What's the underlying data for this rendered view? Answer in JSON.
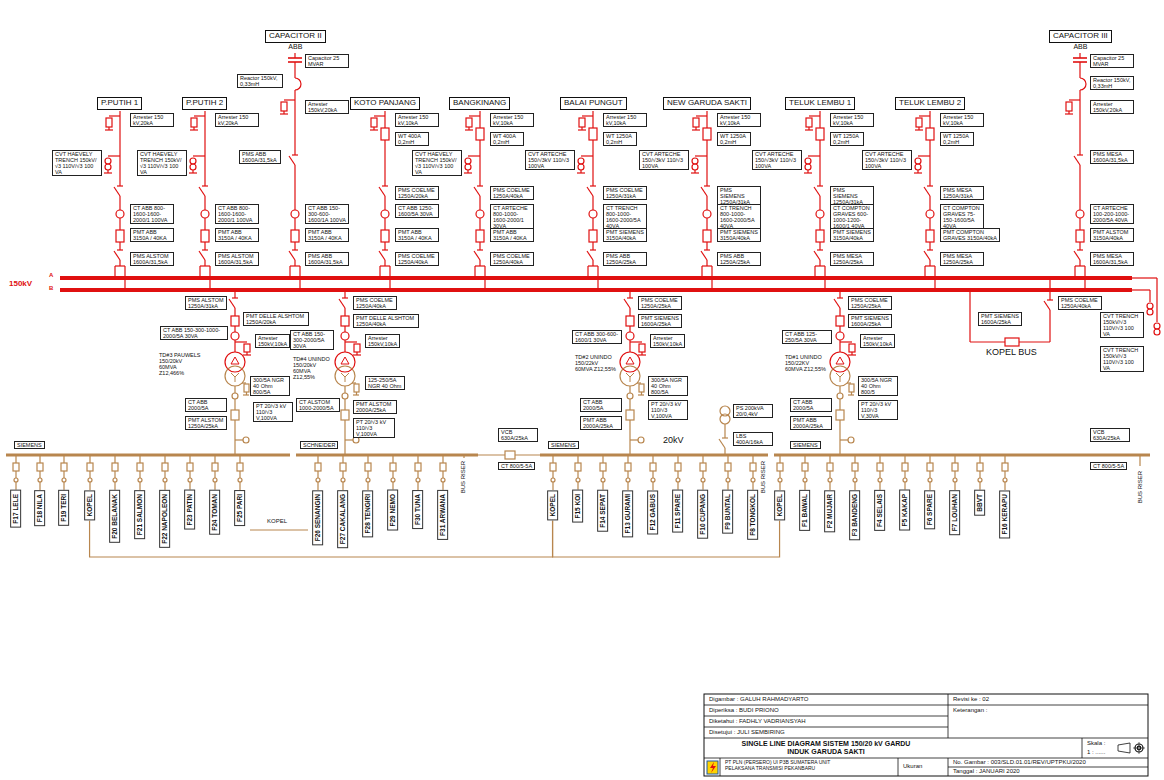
{
  "diagram": {
    "title": "SINGLE LINE DIAGRAM SISTEM 150/20 kV GARDU INDUK GARUDA SAKTI",
    "nodes": [
      {
        "text": [
          "P.PUTIH 1"
        ]
      },
      {
        "text": [
          "P.PUTIH 2"
        ]
      },
      {
        "text": [
          "CAPACITOR II",
          "ABB"
        ]
      },
      {
        "text": [
          "KOTO PANJANG"
        ]
      },
      {
        "text": [
          "BANGKINANG"
        ]
      },
      {
        "text": [
          "BALAI PUNGUT"
        ]
      },
      {
        "text": [
          "NEW GARUDA SAKTI"
        ]
      },
      {
        "text": [
          "TELUK LEMBU 1"
        ]
      },
      {
        "text": [
          "TELUK LEMBU 2"
        ]
      },
      {
        "text": [
          "CAPACITOR III",
          "ABB"
        ]
      },
      {
        "text": [
          "F17 LELE"
        ]
      },
      {
        "text": [
          "F18 NILA"
        ]
      },
      {
        "text": [
          "F19 TERI"
        ]
      },
      {
        "text": [
          "KOPEL"
        ]
      },
      {
        "text": [
          "F20 BELANAK"
        ]
      },
      {
        "text": [
          "F21 SALMON"
        ]
      },
      {
        "text": [
          "F22 NAPOLEON"
        ]
      },
      {
        "text": [
          "F23 PATIN"
        ]
      },
      {
        "text": [
          "F24 TOMAN"
        ]
      },
      {
        "text": [
          "F25 PARI"
        ]
      },
      {
        "text": [
          "F26 SENANGIN"
        ]
      },
      {
        "text": [
          "F27 CAKALANG"
        ]
      },
      {
        "text": [
          "F28 TENGIRI"
        ]
      },
      {
        "text": [
          "F29 NEMO"
        ]
      },
      {
        "text": [
          "F30 TUNA"
        ]
      },
      {
        "text": [
          "F31 ARWANA"
        ]
      },
      {
        "text": [
          "KOPEL"
        ]
      },
      {
        "text": [
          "F15 KOI"
        ]
      },
      {
        "text": [
          "F14 SEPAT"
        ]
      },
      {
        "text": [
          "F13 GURAMI"
        ]
      },
      {
        "text": [
          "F12 GABUS"
        ]
      },
      {
        "text": [
          "F11 SPARE"
        ]
      },
      {
        "text": [
          "F10 CUPANG"
        ]
      },
      {
        "text": [
          "F9 BUNTAL"
        ]
      },
      {
        "text": [
          "F8 TONGKOL"
        ]
      },
      {
        "text": [
          "KOPEL"
        ]
      },
      {
        "text": [
          "F1 BAWAL"
        ]
      },
      {
        "text": [
          "F2 MUJAIR"
        ]
      },
      {
        "text": [
          "F3 BANDENG"
        ]
      },
      {
        "text": [
          "F4 SELAIS"
        ]
      },
      {
        "text": [
          "F5 KAKAP"
        ]
      },
      {
        "text": [
          "F6 SPARE"
        ]
      },
      {
        "text": [
          "F7 LOUHAN"
        ]
      },
      {
        "text": [
          "BBVT"
        ]
      },
      {
        "text": [
          "F16 KERAPU"
        ]
      }
    ],
    "edges": [
      {
        "from": 13,
        "to": 26,
        "arrow": "none"
      },
      {
        "from": 26,
        "to": 35,
        "arrow": "none"
      }
    ],
    "labels": [
      "Arrester 150 kV,20kA",
      "CVT HAEVELY TRENCH 150kV/√3 110V/√3 100 VA",
      "CT ABB 800-1600-1600-2000/1 100VA",
      "PMT ABB 3150A / 40KA",
      "PMS ALSTOM 1600A/31,5kA",
      "Arrester 150 kV,20kA",
      "CVT HAEVELY TRENCH 150kV/√3 110V/√3 100 VA",
      "CT ABB 800-1600-1600-2000/1 100VA",
      "PMT ABB 3150A / 40KA",
      "PMS ALSTOM 1600A/31,5kA",
      "Capacitor 25 MVAR",
      "Reactor 150kV, 0,33mH",
      "Arrester 150kV,20kA",
      "PMS ABB 1600A/31,5kA",
      "CT ABB 150-300-600-1600/1A 100VA",
      "PMT ABB 3150A / 40KA",
      "PMS ABB 1600A/31,5kA",
      "Arrester 150 kV,10kA",
      "WT 400A 0,2mH",
      "PMS COELME 1250A/20kA",
      "CT ABB 1250-1600/5A 30VA",
      "PMT ABB 3150A / 40KA",
      "PMS COELME 1250A/40kA",
      "Arrester 150 kV,10kA",
      "WT 400A 0,2mH",
      "CVT HAEVELY TRENCH 150kV/√3 110V/√3 100 VA",
      "PMS COELME 1250A/40kA",
      "CT ARTECHE 800-1000-1600-2000/1 30VA",
      "PMT ABB 3150A / 40KA",
      "PMS COELME 1250A/40kA",
      "Arrester 150 kV,10kA",
      "WT 1250A 0,2mH",
      "CVT ARTECHE 150/√3kV 110/√3 100VA",
      "PMS COELME 1250A/31kA",
      "CT TRENCH 800-1000-1600-2000/5A 40VA",
      "PMT SIEMENS 3150A/40kA",
      "PMS ABB 1250A/25kA",
      "Arrester 150 kV,10kA",
      "WT 1250A 0,2mH",
      "CVT ARTECHE 150/√3kV 110/√3 100VA",
      "PMS SIEMENS 1250A/31kA",
      "CT TRENCH 800-1000-1600-2000/5A 40VA",
      "PMT SIEMENS 3150A/40kA",
      "PMS ABB 1250A/25kA",
      "Arrester 150 kV,10kA",
      "WT 1250A 0,2mH",
      "CVT ARTECHE 150/√3kV 110/√3 100VA",
      "PMS SIEMENS 1250A/31kA",
      "CT COMPTON GRAVES 600-1000-1200-1600/1 40VA",
      "PMT SIEMENS 3150A/40kA",
      "PMS MESA 1250A/25kA",
      "Arrester 150 kV,10kA",
      "WT 1250A 0,2mH",
      "CVT ARTECHE 150/√3kV 110/√3 100VA",
      "PMS MESA 1250A/31kA",
      "CT COMPTON GRAVES 75-150-1600/5A 40VA",
      "PMT COMPTON GRAVES 3150A/40kA",
      "PMS MESA 1250A/25kA",
      "Capacitor 25 MVAR",
      "Reactor 150kV, 0,33mH",
      "Arrester 150kV,20kA",
      "PMS MESA 1600A/31,5kA",
      "CT ARTECHE 100-200-1000-2000/5A 40VA",
      "PMT ALSTOM 3150A/40kA",
      "PMS MESA 1600A/31,5kA",
      "CVT TRENCH 150kV/√3 110V/√3 100 VA",
      "CVT TRENCH 150kV/√3 110V/√3 100 VA",
      "150kV",
      "A",
      "B",
      "PMS COELME 1250A/40kA",
      "PMT SIEMENS 1600A/25kA",
      "KOPEL BUS",
      "PMS ALSTOM 1250A/31kA",
      "PMT DELLE ALSHTOM 1250A/20kA",
      "CT ABB 150-300-1000-2000/5A 30VA",
      "Arrester 150kV,10kA",
      "TD#3 PAUWELS 150/20kV 60MVA Z12,466%",
      "300/5A NGR 40 Ohm 800/5A",
      "CT ABB 2000/5A",
      "PMT ALSTOM 1250A/25kA",
      "PT 20/√3 kV 110/√3 V,100VA",
      "PMS COELME 1250A/40kA",
      "PMT DELLE ALSHTOM 1250A/40kA",
      "CT ABB 150-300-2000/5A 30VA",
      "Arrester 150kV,10kA",
      "TD#4 UNINDO 150/20kV 60MVA Z12,55%",
      "125-250/5A NGR 40 Ohm",
      "CT ALSTOM 1000-2000/5A",
      "PMT ALSTOM 2000A/25kA",
      "PT 20/√3 kV 110/√3 V,100VA",
      "PMS COELME 1250A/25kA",
      "PMT SIEMENS 1600A/25kA",
      "CT ABB 300-600-1600/1 30VA",
      "Arrester 150kV,10kA",
      "TD#2 UNINDO 150/22kV 60MVA Z12,55%",
      "300/5A NGR 40 Ohm 800/5A",
      "CT ABB 2000/5A",
      "PMT ABB 2000A/25kA",
      "PT 20/√3 kV 110/√3 V,100VA",
      "PMS COELME 1250A/25kA",
      "PMT SIEMENS 1600A/25kA",
      "CT ABB 125-250/5A 30VA",
      "Arrester 150kV,10kA",
      "TD#1 UNINDO 150/22KV 60MVA Z12,55%",
      "300/5A NGR 40 Ohm 800/5",
      "CT ABB 2000/5A",
      "PMT ABB 2000A/25kA",
      "PT 20/√3 kV 110/√3 V,30VA",
      "SIEMENS",
      "SCHNEIDER",
      "VCB 630A/25kA",
      "CT 800/5-5A",
      "SIEMENS",
      "20kV",
      "LBS 400A/16kA",
      "PS 200kVA 20/0,4kV",
      "SIEMENS",
      "VCB 630A/25kA",
      "CT 800/5-5A",
      "BUS RISER",
      "BUS RISER",
      "BUS RISER",
      "KOPEL",
      "Digambar : GALUH RAHMADYARTO",
      "Diperiksa : BUDI PRIONO",
      "Diketahui : FADHLY VADRIANSYAH",
      "Disetujui : JULI SEMBIRING",
      "Revisi ke : 02",
      "Keterangan :",
      "Skala :",
      "1 : ......",
      "PT PLN (PERSERO) UI P3B SUMATERA UNIT PELAKSANA TRANSMISI PEKANBARU",
      "Ukuran",
      "No. Gambar : 003/SLD.01.01/REV/UPTPKU/2020",
      "Tanggal : JANUARI 2020"
    ]
  }
}
